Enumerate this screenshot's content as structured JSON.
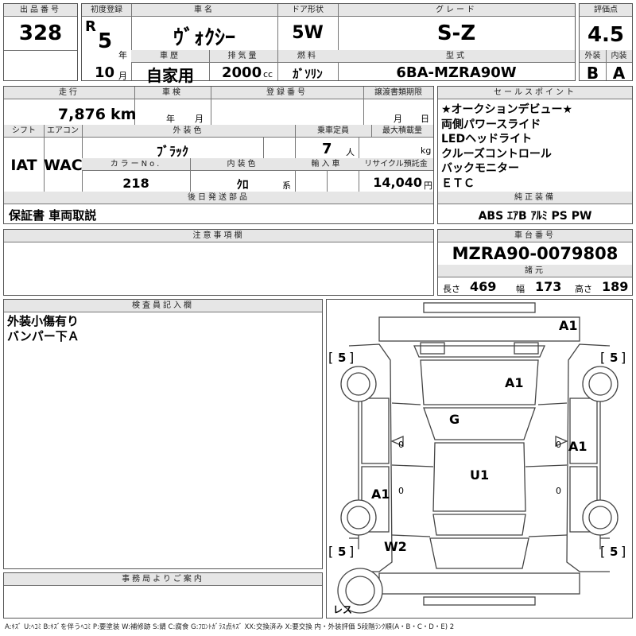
{
  "lot": {
    "label": "出品番号",
    "value": "328"
  },
  "first_reg": {
    "label": "初度登録",
    "era": "R",
    "year": "5",
    "year_unit": "年",
    "month": "10",
    "month_unit": "月"
  },
  "car_name": {
    "label": "車名",
    "value": "ｳﾞｫｸｼｰ"
  },
  "doors": {
    "label": "ドア形状",
    "value": "5W"
  },
  "grade": {
    "label": "グレード",
    "value": "S-Z"
  },
  "score": {
    "label": "評価点",
    "value": "4.5",
    "ext_label": "外装",
    "int_label": "内装",
    "ext": "B",
    "int": "A"
  },
  "history": {
    "label": "車歴",
    "value": "自家用"
  },
  "displacement": {
    "label": "排気量",
    "value": "2000",
    "unit": "cc"
  },
  "fuel": {
    "label": "燃料",
    "value": "ｶﾞｿﾘﾝ"
  },
  "model": {
    "label": "型式",
    "value": "6BA-MZRA90W"
  },
  "mileage": {
    "label": "走行",
    "value": "7,876",
    "unit": "km"
  },
  "inspection": {
    "label": "車検",
    "year_unit": "年",
    "month_unit": "月"
  },
  "reg_no": {
    "label": "登録番号"
  },
  "transfer": {
    "label": "譲渡書類期限",
    "month_unit": "月",
    "day_unit": "日"
  },
  "shift": {
    "label": "シフト",
    "value": "IAT"
  },
  "aircon": {
    "label": "エアコン",
    "value": "WAC"
  },
  "ext_color": {
    "label": "外装色",
    "value": "ﾌﾞﾗｯｸ"
  },
  "capacity": {
    "label": "乗車定員",
    "value": "7",
    "unit": "人"
  },
  "max_load": {
    "label": "最大積載量",
    "unit": "kg"
  },
  "color_no": {
    "label": "カラーNo.",
    "value": "218"
  },
  "int_color": {
    "label": "内装色",
    "value": "ｸﾛ",
    "unit": "系"
  },
  "import": {
    "label": "輸入車"
  },
  "recycle": {
    "label": "リサイクル預託金",
    "value": "14,040",
    "unit": "円"
  },
  "later": {
    "label": "後日発送部品",
    "value": "保証書 車両取説"
  },
  "sales_points": {
    "label": "セールスポイント",
    "items": [
      "★オークションデビュー★",
      "両側パワースライド",
      "LEDヘッドライト",
      "クルーズコントロール",
      "バックモニター",
      "ＥＴＣ"
    ]
  },
  "equipment": {
    "label": "純正装備",
    "value": "ABS ｴｱB ｱﾙﾐ PS PW"
  },
  "notes": {
    "label": "注意事項欄"
  },
  "chassis": {
    "label": "車台番号",
    "value": "MZRA90-0079808"
  },
  "dims": {
    "label": "諸元",
    "length_label": "長さ",
    "length": "469",
    "width_label": "幅",
    "width": "173",
    "height_label": "高さ",
    "height": "189"
  },
  "inspector": {
    "label": "検査員記入欄",
    "lines": [
      "外装小傷有り",
      "バンパー下Ａ"
    ]
  },
  "office": {
    "label": "事務局よりご案内"
  },
  "diagram": {
    "tires": [
      "5",
      "5",
      "5",
      "5"
    ],
    "spare": "レス",
    "marks": {
      "front": "A1",
      "hood": "A1",
      "windshield": "G",
      "right_side": "A1",
      "roof": "U1",
      "left_side": "A1",
      "rear": "W2"
    },
    "door_zero": "0"
  },
  "legend": "A:ｷｽﾞ U:ﾍｺﾐ B:ｷｽﾞを伴うﾍｺﾐ P:要塗装 W:補修跡 S:錆 C:腐食 G:ﾌﾛﾝﾄｶﾞﾗｽ点ｷｽﾞ XX:交換済み X:要交換 内・外装評価 5段階ﾗﾝｸ順(A・B・C・D・E) 2"
}
